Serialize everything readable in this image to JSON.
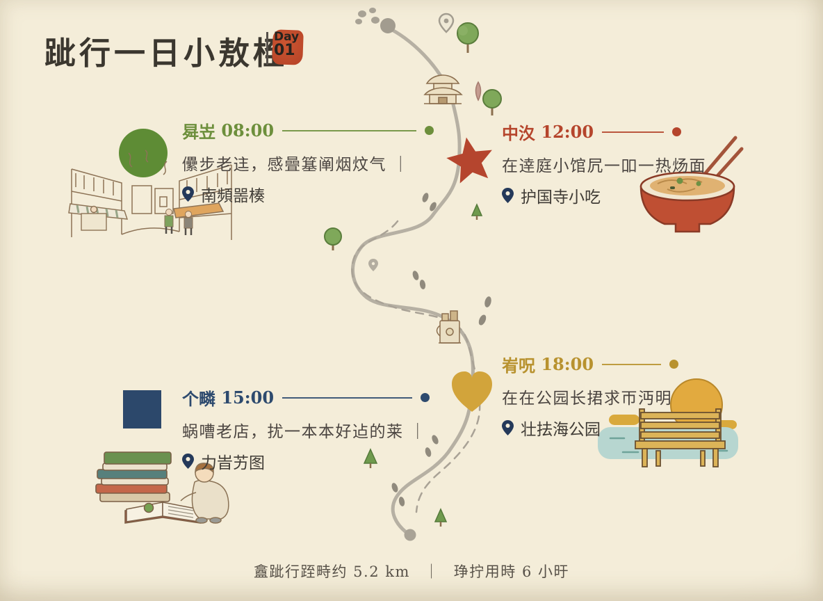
{
  "title": {
    "text": "跐行一日小敖桎",
    "day_label": "Day",
    "day_number": "01"
  },
  "colors": {
    "paper": "#f4edd9",
    "ink": "#3b372f",
    "body_text": "#4b4541",
    "path_gray": "#b6b0a3",
    "accent_green": "#6d8f3c",
    "accent_red": "#b5452c",
    "accent_navy": "#2d4a6e",
    "accent_gold": "#b8922f",
    "pin_navy": "#24395a",
    "marker_circle_green": "#5e8c35",
    "marker_square_navy": "#2c486b",
    "marker_star_red": "#b5452e",
    "marker_heart_gold": "#d2a43b",
    "stamp_red": "#bf4a2c"
  },
  "stops": [
    {
      "name": "morning",
      "time_label": "曻岦",
      "time": "08:00",
      "description": "儽步老迬，感曡簊阐烟炆气 ｜",
      "location": "南頻噐楱",
      "marker": "green-circle",
      "illustration": "old-street-scene"
    },
    {
      "name": "noon",
      "time_label": "中汷",
      "time": "12:00",
      "description": "在逹庭小馆凥一吅一热炀面",
      "location": "护国寺小吃",
      "marker": "red-star",
      "illustration": "noodle-bowl"
    },
    {
      "name": "afternoon",
      "time_label": "个疄",
      "time": "15:00",
      "description": "蜗嘈老店，扰一本本好迠的莱 ｜",
      "location": "力旹艻图",
      "marker": "navy-square",
      "illustration": "book-stack-reader"
    },
    {
      "name": "evening",
      "time_label": "峟呪",
      "time": "18:00",
      "description": "在在公园长捃求帀沔明",
      "location": "壮抾海公园",
      "marker": "gold-heart",
      "illustration": "lakeside-bench-sunset"
    }
  ],
  "footer": {
    "distance_text": "盫跐行跮畤约 5.2 km",
    "separator": "｜",
    "duration_text": "琤拧用時 6 小旴"
  }
}
